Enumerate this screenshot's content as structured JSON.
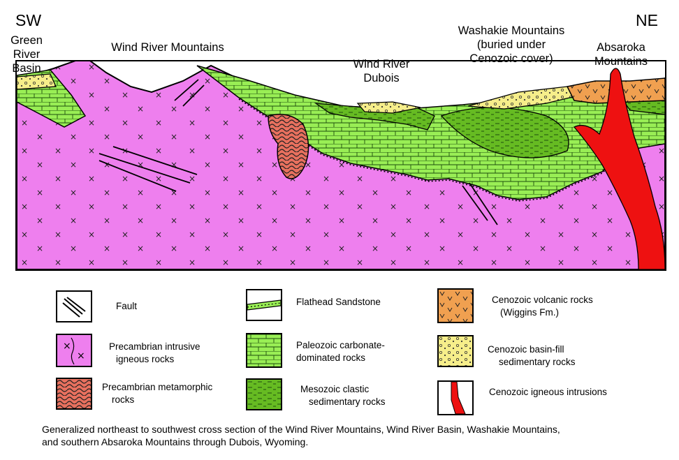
{
  "compass": {
    "left": "SW",
    "right": "NE"
  },
  "places": {
    "green_river_basin": [
      "Green",
      "River",
      "Basin"
    ],
    "wind_river_mountains": "Wind River Mountains",
    "wind_river_dubois": [
      "Wind River",
      "Dubois"
    ],
    "washakie_mountains": [
      "Washakie Mountains",
      "(buried under",
      "Cenozoic cover)"
    ],
    "absaroka_mountains": [
      "Absaroka",
      "Mountains"
    ]
  },
  "legend": {
    "fault": "Fault",
    "precambrian_intrusive": [
      "Precambrian intrusive",
      "igneous rocks"
    ],
    "precambrian_metamorphic": [
      "Precambrian metamorphic",
      "rocks"
    ],
    "flathead_sandstone": "Flathead Sandstone",
    "paleozoic_carbonate": [
      "Paleozoic carbonate-",
      "dominated rocks"
    ],
    "mesozoic_clastic": [
      "Mesozoic clastic",
      "sedimentary rocks"
    ],
    "cenozoic_volcanic": [
      "Cenozoic volcanic rocks",
      "(Wiggins Fm.)"
    ],
    "cenozoic_basin_fill": [
      "Cenozoic basin-fill",
      "sedimentary rocks"
    ],
    "cenozoic_intrusions": "Cenozoic igneous intrusions"
  },
  "colors": {
    "precambrian_intrusive": "#ee7fee",
    "precambrian_metamorphic": "#e8705e",
    "paleozoic_carbonate": "#99ee55",
    "mesozoic_clastic": "#66bb22",
    "cenozoic_volcanic": "#f0a050",
    "cenozoic_basin_fill": "#f6ee8a",
    "cenozoic_intrusions": "#ee1111"
  },
  "caption": [
    "Generalized northeast to southwest cross section of the Wind River Mountains, Wind River Basin, Washakie Mountains,",
    "and southern Absaroka Mountains through Dubois, Wyoming."
  ]
}
